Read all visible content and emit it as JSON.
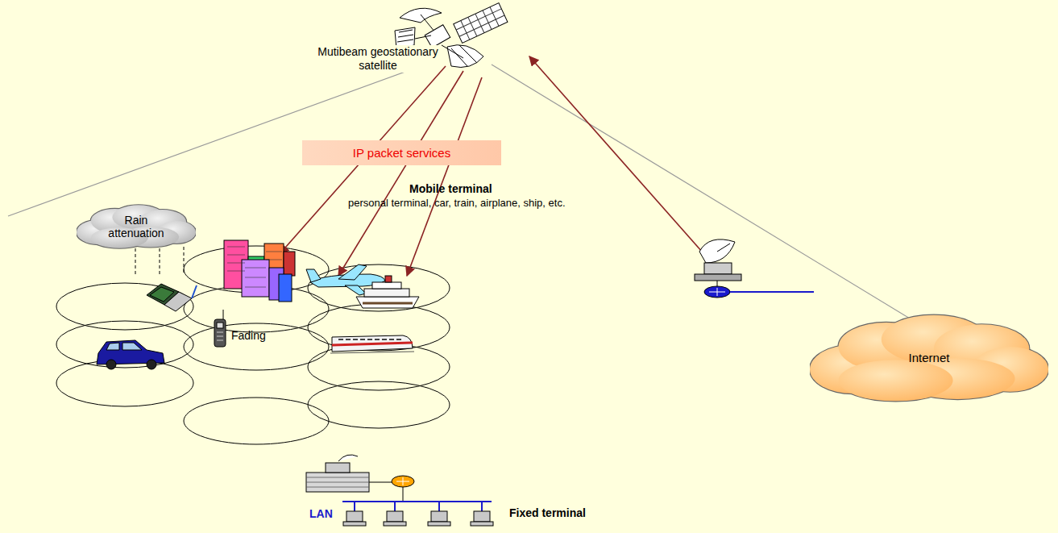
{
  "diagram": {
    "nodes": [
      {
        "text": [
          "IP packet services"
        ]
      },
      {
        "text": [
          "Rain attenuation"
        ]
      },
      {
        "text": [
          "Internet"
        ]
      }
    ],
    "labels": [
      "Mutibeam geostationary satellite",
      "Mobile terminal",
      "personal terminal, car, train, airplane, ship, etc.",
      "Fading",
      "LAN",
      "Fixed terminal"
    ]
  }
}
